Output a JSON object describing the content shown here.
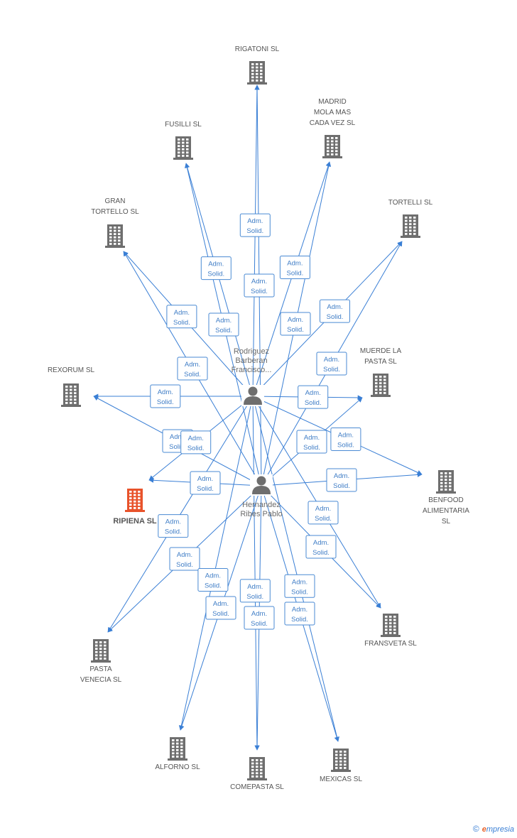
{
  "colors": {
    "edge": "#3a7fd5",
    "building": "#6e6e6e",
    "highlight": "#e8532b",
    "person": "#6e6e6e"
  },
  "persons": [
    {
      "id": "p1",
      "lines": [
        "Rodriguez",
        "Barberan",
        "Francisco..."
      ]
    },
    {
      "id": "p2",
      "lines": [
        "Hernandez",
        "Ribes Pablo"
      ]
    }
  ],
  "companies": [
    {
      "id": "rigatoni",
      "lines": [
        "RIGATONI SL"
      ],
      "highlight": false
    },
    {
      "id": "madrid",
      "lines": [
        "MADRID",
        "MOLA MAS",
        "CADA VEZ SL"
      ],
      "highlight": false
    },
    {
      "id": "fusilli",
      "lines": [
        "FUSILLI SL"
      ],
      "highlight": false
    },
    {
      "id": "tortelli",
      "lines": [
        "TORTELLI SL"
      ],
      "highlight": false
    },
    {
      "id": "gran",
      "lines": [
        "GRAN",
        "TORTELLO SL"
      ],
      "highlight": false
    },
    {
      "id": "muerde",
      "lines": [
        "MUERDE LA",
        "PASTA  SL"
      ],
      "highlight": false
    },
    {
      "id": "rexorum",
      "lines": [
        "REXORUM SL"
      ],
      "highlight": false
    },
    {
      "id": "benfood",
      "lines": [
        "BENFOOD",
        "ALIMENTARIA",
        "SL"
      ],
      "highlight": false
    },
    {
      "id": "ripiena",
      "lines": [
        "RIPIENA SL"
      ],
      "highlight": true
    },
    {
      "id": "fransveta",
      "lines": [
        "FRANSVETA SL"
      ],
      "highlight": false
    },
    {
      "id": "pasta",
      "lines": [
        "PASTA",
        "VENECIA SL"
      ],
      "highlight": false
    },
    {
      "id": "alforno",
      "lines": [
        "ALFORNO SL"
      ],
      "highlight": false
    },
    {
      "id": "comepasta",
      "lines": [
        "COMEPASTA SL"
      ],
      "highlight": false
    },
    {
      "id": "mexicas",
      "lines": [
        "MEXICAS SL"
      ],
      "highlight": false
    }
  ],
  "edges": [
    {
      "from": "p1",
      "to": "rigatoni",
      "label": [
        "Adm.",
        "Solid."
      ]
    },
    {
      "from": "p2",
      "to": "rigatoni",
      "label": [
        "Adm.",
        "Solid."
      ]
    },
    {
      "from": "p1",
      "to": "fusilli",
      "label": [
        "Adm.",
        "Solid."
      ]
    },
    {
      "from": "p2",
      "to": "fusilli",
      "label": [
        "Adm.",
        "Solid."
      ]
    },
    {
      "from": "p1",
      "to": "madrid",
      "label": [
        "Adm.",
        "Solid."
      ]
    },
    {
      "from": "p2",
      "to": "madrid",
      "label": [
        "Adm.",
        "Solid."
      ]
    },
    {
      "from": "p1",
      "to": "gran",
      "label": [
        "Adm.",
        "Solid."
      ]
    },
    {
      "from": "p2",
      "to": "gran",
      "label": [
        "Adm.",
        "Solid."
      ]
    },
    {
      "from": "p1",
      "to": "tortelli",
      "label": [
        "Adm.",
        "Solid."
      ]
    },
    {
      "from": "p2",
      "to": "tortelli",
      "label": [
        "Adm.",
        "Solid."
      ]
    },
    {
      "from": "p1",
      "to": "muerde",
      "label": [
        "Adm.",
        "Solid."
      ]
    },
    {
      "from": "p2",
      "to": "muerde",
      "label": [
        "Adm.",
        "Solid."
      ]
    },
    {
      "from": "p1",
      "to": "rexorum",
      "label": [
        "Adm.",
        "Solid."
      ]
    },
    {
      "from": "p2",
      "to": "rexorum",
      "label": [
        "Adm.",
        "Solid."
      ]
    },
    {
      "from": "p1",
      "to": "ripiena",
      "label": [
        "Adm.",
        "Solid."
      ]
    },
    {
      "from": "p2",
      "to": "ripiena",
      "label": [
        "Adm.",
        "Solid."
      ]
    },
    {
      "from": "p1",
      "to": "benfood",
      "label": [
        "Adm.",
        "Solid."
      ]
    },
    {
      "from": "p2",
      "to": "benfood",
      "label": [
        "Adm.",
        "Solid."
      ]
    },
    {
      "from": "p1",
      "to": "fransveta",
      "label": [
        "Adm.",
        "Solid."
      ]
    },
    {
      "from": "p2",
      "to": "fransveta",
      "label": [
        "Adm.",
        "Solid."
      ]
    },
    {
      "from": "p1",
      "to": "pasta",
      "label": [
        "Adm.",
        "Solid."
      ]
    },
    {
      "from": "p2",
      "to": "pasta",
      "label": [
        "Adm.",
        "Solid."
      ]
    },
    {
      "from": "p1",
      "to": "alforno",
      "label": [
        "Adm.",
        "Solid."
      ]
    },
    {
      "from": "p2",
      "to": "alforno",
      "label": [
        "Adm.",
        "Solid."
      ]
    },
    {
      "from": "p1",
      "to": "comepasta",
      "label": [
        "Adm.",
        "Solid."
      ]
    },
    {
      "from": "p2",
      "to": "comepasta",
      "label": [
        "Adm.",
        "Solid."
      ]
    },
    {
      "from": "p1",
      "to": "mexicas",
      "label": [
        "Adm.",
        "Solid."
      ]
    },
    {
      "from": "p2",
      "to": "mexicas",
      "label": [
        "Adm.",
        "Solid."
      ]
    }
  ],
  "footer": {
    "copyright": "©",
    "brand_e": "e",
    "brand_rest": "mpresia"
  }
}
